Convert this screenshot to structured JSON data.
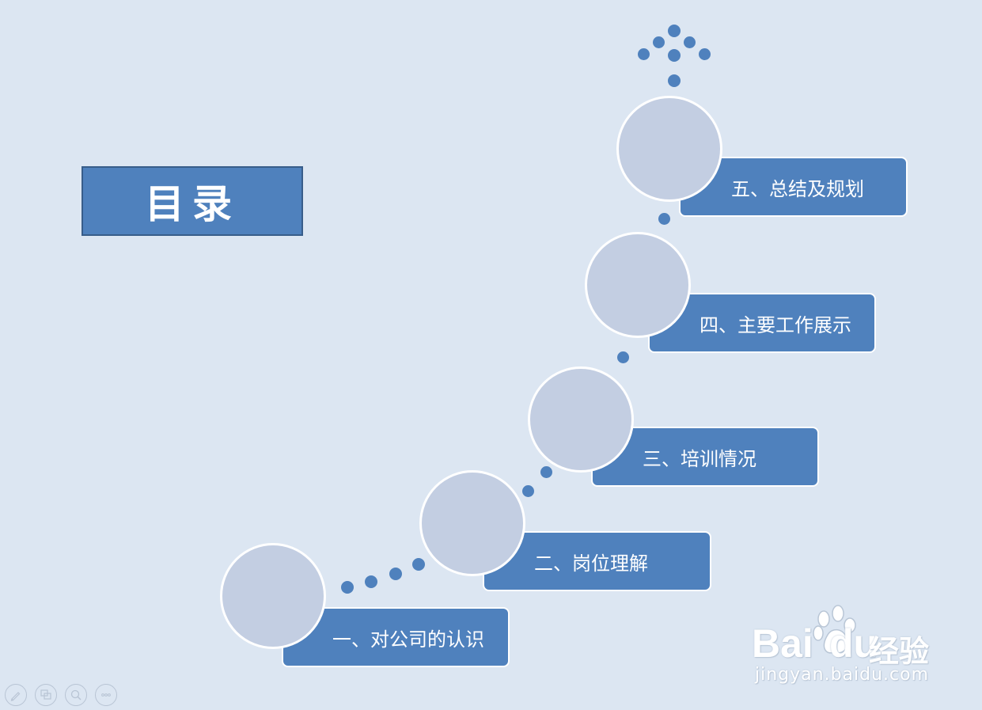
{
  "title": "目录",
  "items": [
    {
      "label": "一、对公司的认识"
    },
    {
      "label": "二、岗位理解"
    },
    {
      "label": "三、培训情况"
    },
    {
      "label": "四、主要工作展示"
    },
    {
      "label": "五、总结及规划"
    }
  ],
  "colors": {
    "background": "#dce6f2",
    "accent": "#4f81bd",
    "circle_fill": "#c3cee2",
    "border": "#ffffff"
  },
  "toolbar": {
    "icons": [
      "pen-icon",
      "slides-icon",
      "zoom-icon",
      "more-icon"
    ]
  },
  "watermark": {
    "brand_bai": "Bai",
    "brand_du": "du",
    "brand_cn": "经验",
    "url": "jingyan.baidu.com"
  }
}
